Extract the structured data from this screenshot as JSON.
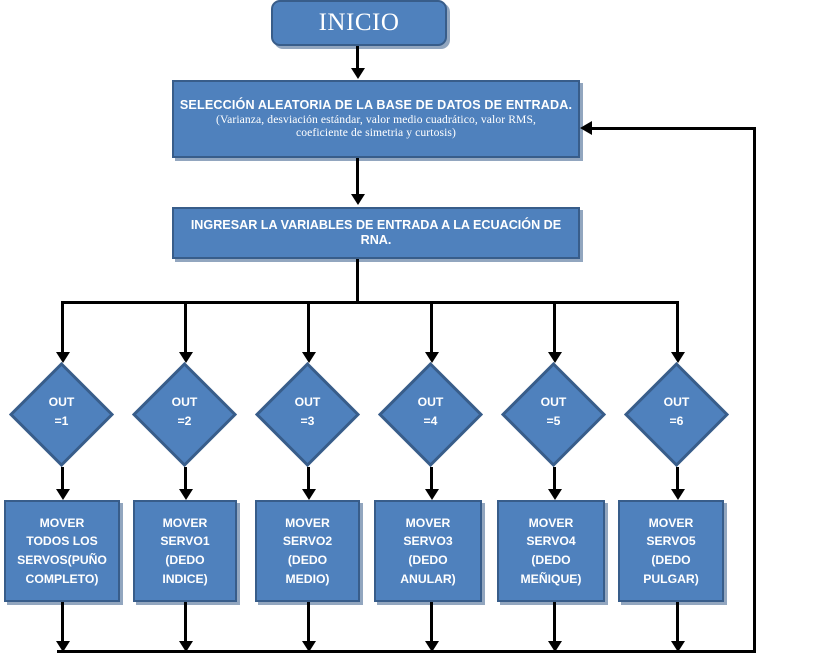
{
  "diagram": {
    "title": "Diagrama de flujo RNA - control de servos",
    "colors": {
      "node_fill": "#4f81bd",
      "node_border": "#385d8a",
      "node_text": "#ffffff",
      "connector": "#000000",
      "background": "#ffffff"
    },
    "start": {
      "label": "INICIO",
      "shape": "terminator"
    },
    "process_selection": {
      "shape": "process",
      "line1": "SELECCIÓN ALEATORIA DE LA BASE DE DATOS DE ENTRADA.",
      "line2": "(Varianza, desviación estándar, valor medio cuadrático, valor RMS,",
      "line3": "coeficiente de simetria y curtosis)"
    },
    "process_equation": {
      "shape": "process",
      "line1": "INGRESAR LA VARIABLES DE ENTRADA A LA ECUACIÓN DE",
      "line2": "RNA."
    },
    "decisions": [
      {
        "shape": "decision",
        "line1": "OUT",
        "line2": "=1"
      },
      {
        "shape": "decision",
        "line1": "OUT",
        "line2": "=2"
      },
      {
        "shape": "decision",
        "line1": "OUT",
        "line2": "=3"
      },
      {
        "shape": "decision",
        "line1": "OUT",
        "line2": "=4"
      },
      {
        "shape": "decision",
        "line1": "OUT",
        "line2": "=5"
      },
      {
        "shape": "decision",
        "line1": "OUT",
        "line2": "=6"
      }
    ],
    "actions": [
      {
        "shape": "process",
        "lines": [
          "MOVER",
          "TODOS LOS",
          "SERVOS(PUÑO",
          "COMPLETO)"
        ]
      },
      {
        "shape": "process",
        "lines": [
          "MOVER",
          "SERVO1",
          "(DEDO",
          "INDICE)"
        ]
      },
      {
        "shape": "process",
        "lines": [
          "MOVER",
          "SERVO2",
          "(DEDO",
          "MEDIO)"
        ]
      },
      {
        "shape": "process",
        "lines": [
          "MOVER",
          "SERVO3",
          "(DEDO",
          "ANULAR)"
        ]
      },
      {
        "shape": "process",
        "lines": [
          "MOVER",
          "SERVO4",
          "(DEDO",
          "MEÑIQUE)"
        ]
      },
      {
        "shape": "process",
        "lines": [
          "MOVER",
          "SERVO5",
          "(DEDO",
          "PULGAR)"
        ]
      }
    ],
    "connectors": {
      "feedback_label": "",
      "feedback_description": "retorno al bloque de selección aleatoria"
    }
  }
}
